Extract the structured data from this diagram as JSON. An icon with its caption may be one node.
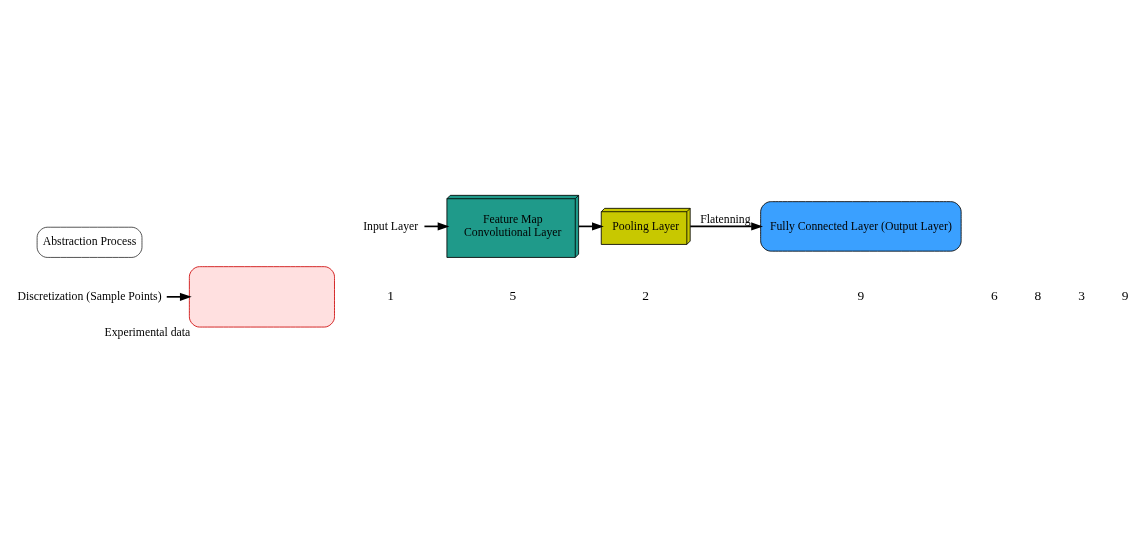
{
  "diagram": {
    "nodes": [
      {
        "text": [
          "Discretization (Sample Points)"
        ]
      },
      {
        "text": [],
        "shape": "box",
        "beside": [
          "Experimental data"
        ]
      },
      {
        "text": [
          "Input Layer"
        ]
      },
      {
        "text": [
          "Feature Map",
          "Convolutional Layer"
        ]
      },
      {
        "text": [
          "Pooling Layer"
        ]
      },
      {
        "text": [
          "Fully Connected Layer (Output Layer)"
        ]
      },
      {
        "text": [
          "Abstraction Process"
        ]
      }
    ],
    "edges": [
      {
        "from": 0,
        "to": 1,
        "arrow": "to"
      },
      {
        "from": 2,
        "to": 3,
        "arrow": "to"
      },
      {
        "from": 3,
        "to": 4,
        "arrow": "to"
      },
      {
        "from": 4,
        "to": 5,
        "arrow": "to",
        "label": "Flatenning"
      }
    ],
    "labels": [
      "1",
      "5",
      "2",
      "9",
      "6",
      "8",
      "3",
      "9"
    ]
  }
}
